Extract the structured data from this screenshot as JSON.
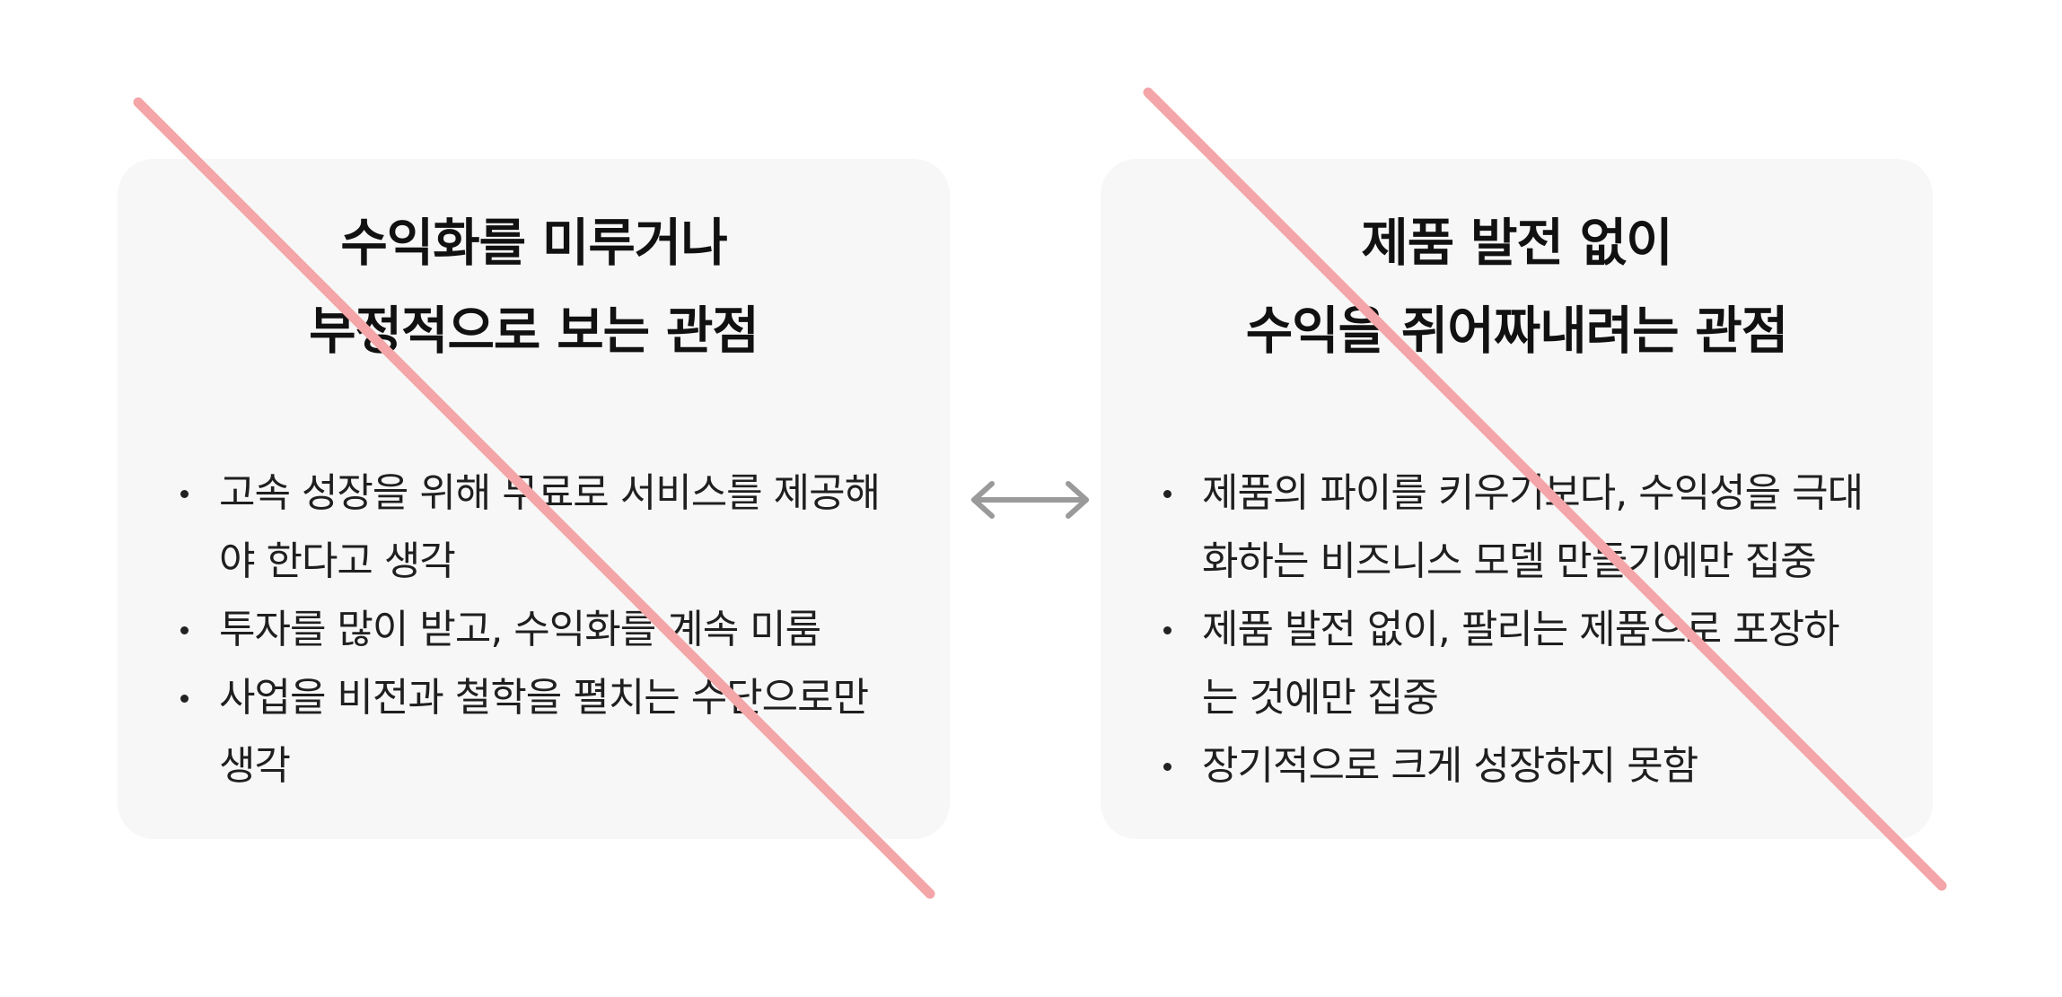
{
  "colors": {
    "card_background": "#f7f7f8",
    "strike_line": "#f4a5a8",
    "arrow": "#9a9a9a",
    "text": "#1f1f1f"
  },
  "left_card": {
    "title_lines": [
      "수익화를 미루거나",
      "부정적으로 보는 관점"
    ],
    "bullets": [
      {
        "lines": [
          "고속 성장을 위해 무료로 서비스를 제공해",
          "야 한다고 생각"
        ]
      },
      {
        "lines": [
          "투자를 많이 받고, 수익화를 계속 미룸"
        ]
      },
      {
        "lines": [
          "사업을 비전과 철학을 펼치는 수단으로만",
          "생각"
        ]
      }
    ]
  },
  "right_card": {
    "title_lines": [
      "제품 발전 없이",
      "수익을 쥐어짜내려는 관점"
    ],
    "bullets": [
      {
        "lines": [
          "제품의 파이를 키우기보다, 수익성을 극대",
          "화하는 비즈니스 모델 만들기에만 집중"
        ]
      },
      {
        "lines": [
          "제품 발전 없이, 팔리는 제품으로 포장하",
          "는 것에만 집중"
        ]
      },
      {
        "lines": [
          "장기적으로 크게 성장하지 못함"
        ]
      }
    ]
  },
  "connector": {
    "icon": "double-arrow-icon"
  },
  "strike_marks": {
    "icon": "diagonal-strike-icon"
  }
}
